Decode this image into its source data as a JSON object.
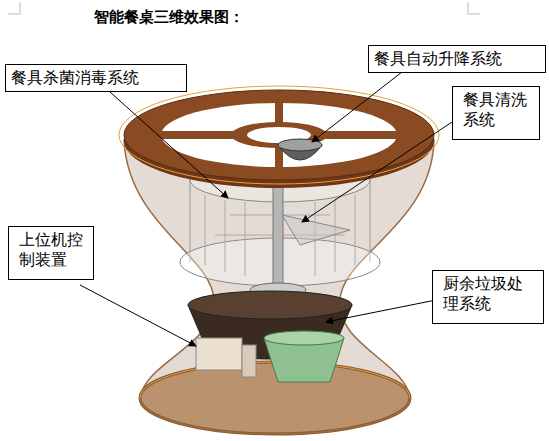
{
  "diagram": {
    "title": "智能餐桌三维效果图：",
    "nodes": [
      {
        "text": [
          "餐具杀菌消毒系统"
        ]
      },
      {
        "text": [
          "餐具自动升降系统"
        ]
      },
      {
        "text": [
          "餐具清洗系统"
        ]
      },
      {
        "text": [
          "上位机控制装置"
        ]
      },
      {
        "text": [
          "厨余垃圾处理系统"
        ]
      }
    ]
  }
}
